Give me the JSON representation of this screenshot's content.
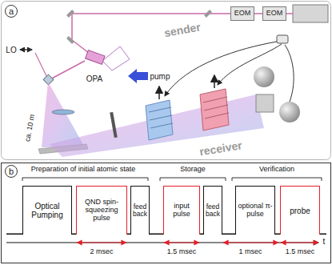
{
  "diagram": {
    "nodes": [
      {
        "text": [
          "EOM"
        ]
      },
      {
        "text": [
          "EOM"
        ]
      },
      {
        "text": [
          "Optical Pumping"
        ]
      },
      {
        "text": [
          "QND spin-squeezing pulse"
        ]
      },
      {
        "text": [
          "feed back"
        ]
      },
      {
        "text": [
          "input pulse"
        ]
      },
      {
        "text": [
          "feed back"
        ]
      },
      {
        "text": [
          "optional π-pulse"
        ]
      },
      {
        "text": [
          "probe"
        ]
      }
    ],
    "edges": [
      {
        "from": 0,
        "to": 1,
        "arrow": "none"
      },
      {
        "from": 2,
        "to": 3,
        "arrow": "none"
      },
      {
        "from": 3,
        "to": 4,
        "arrow": "none"
      },
      {
        "from": 4,
        "to": 5,
        "arrow": "none"
      },
      {
        "from": 5,
        "to": 6,
        "arrow": "none"
      },
      {
        "from": 6,
        "to": 7,
        "arrow": "none"
      },
      {
        "from": 7,
        "to": 8,
        "arrow": "none"
      }
    ],
    "labels": [
      "a",
      "sender",
      "LO",
      "OPA",
      "pump",
      "ca. 10 m",
      "receiver",
      "b",
      "Preparation of initial atomic state",
      "Storage",
      "Verification",
      "2 msec",
      "1.5 msec",
      "1 msec",
      "1.5 msec",
      "t"
    ]
  }
}
